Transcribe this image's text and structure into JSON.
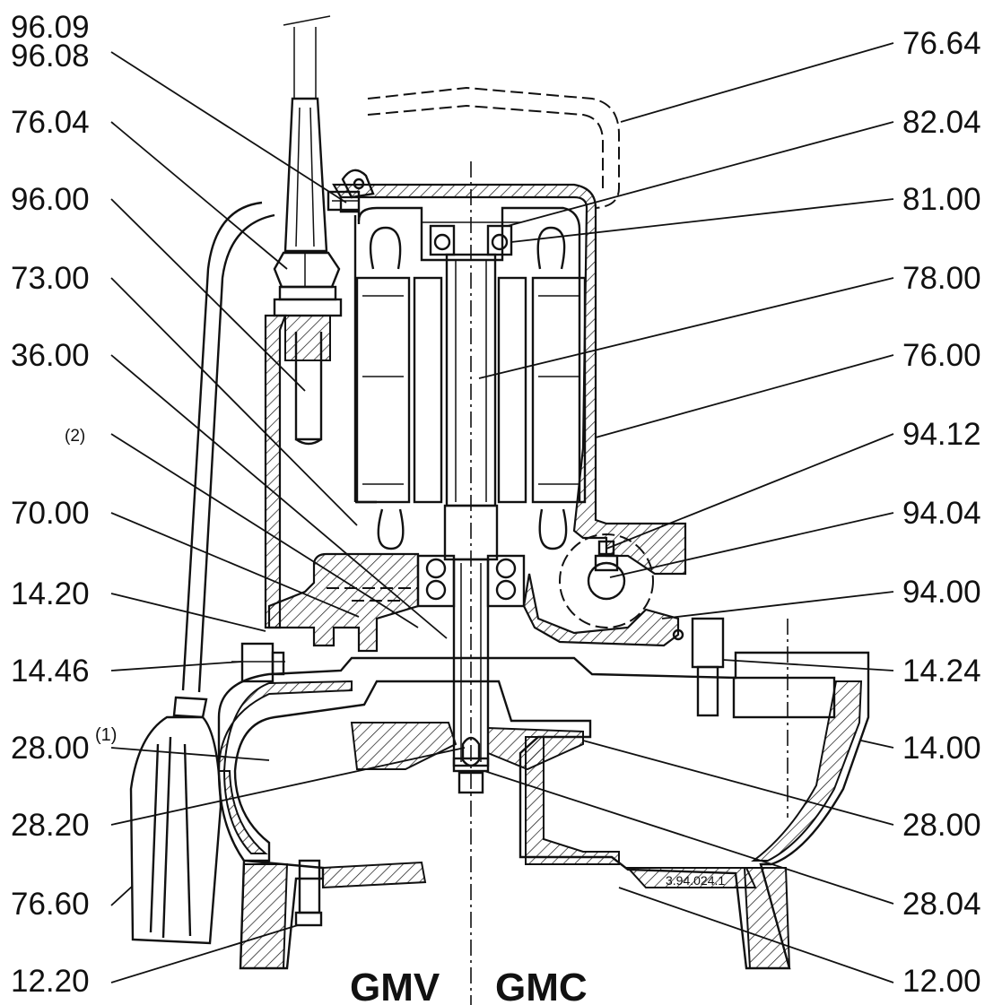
{
  "labels_left": [
    {
      "id": "l-96-09",
      "text": "96.09"
    },
    {
      "id": "l-96-08",
      "text": "96.08"
    },
    {
      "id": "l-76-04",
      "text": "76.04"
    },
    {
      "id": "l-96-00",
      "text": "96.00"
    },
    {
      "id": "l-73-00",
      "text": "73.00"
    },
    {
      "id": "l-36-00",
      "text": "36.00"
    },
    {
      "id": "l-2",
      "text": "(2)"
    },
    {
      "id": "l-70-00",
      "text": "70.00"
    },
    {
      "id": "l-14-20",
      "text": "14.20"
    },
    {
      "id": "l-14-46",
      "text": "14.46"
    },
    {
      "id": "l-28-00-1",
      "text": "28.00"
    },
    {
      "id": "l-28-20",
      "text": "28.20"
    },
    {
      "id": "l-76-60",
      "text": "76.60"
    },
    {
      "id": "l-12-20",
      "text": "12.20"
    }
  ],
  "footnote_sup": "(1)",
  "labels_right": [
    {
      "id": "r-76-64",
      "text": "76.64"
    },
    {
      "id": "r-82-04",
      "text": "82.04"
    },
    {
      "id": "r-81-00",
      "text": "81.00"
    },
    {
      "id": "r-78-00",
      "text": "78.00"
    },
    {
      "id": "r-76-00",
      "text": "76.00"
    },
    {
      "id": "r-94-12",
      "text": "94.12"
    },
    {
      "id": "r-94-04",
      "text": "94.04"
    },
    {
      "id": "r-94-00",
      "text": "94.00"
    },
    {
      "id": "r-14-24",
      "text": "14.24"
    },
    {
      "id": "r-14-00",
      "text": "14.00"
    },
    {
      "id": "r-28-00",
      "text": "28.00"
    },
    {
      "id": "r-28-04",
      "text": "28.04"
    },
    {
      "id": "r-12-00",
      "text": "12.00"
    }
  ],
  "variant_left": "GMV",
  "variant_right": "GMC",
  "drawing_code": "3.94.024.1"
}
